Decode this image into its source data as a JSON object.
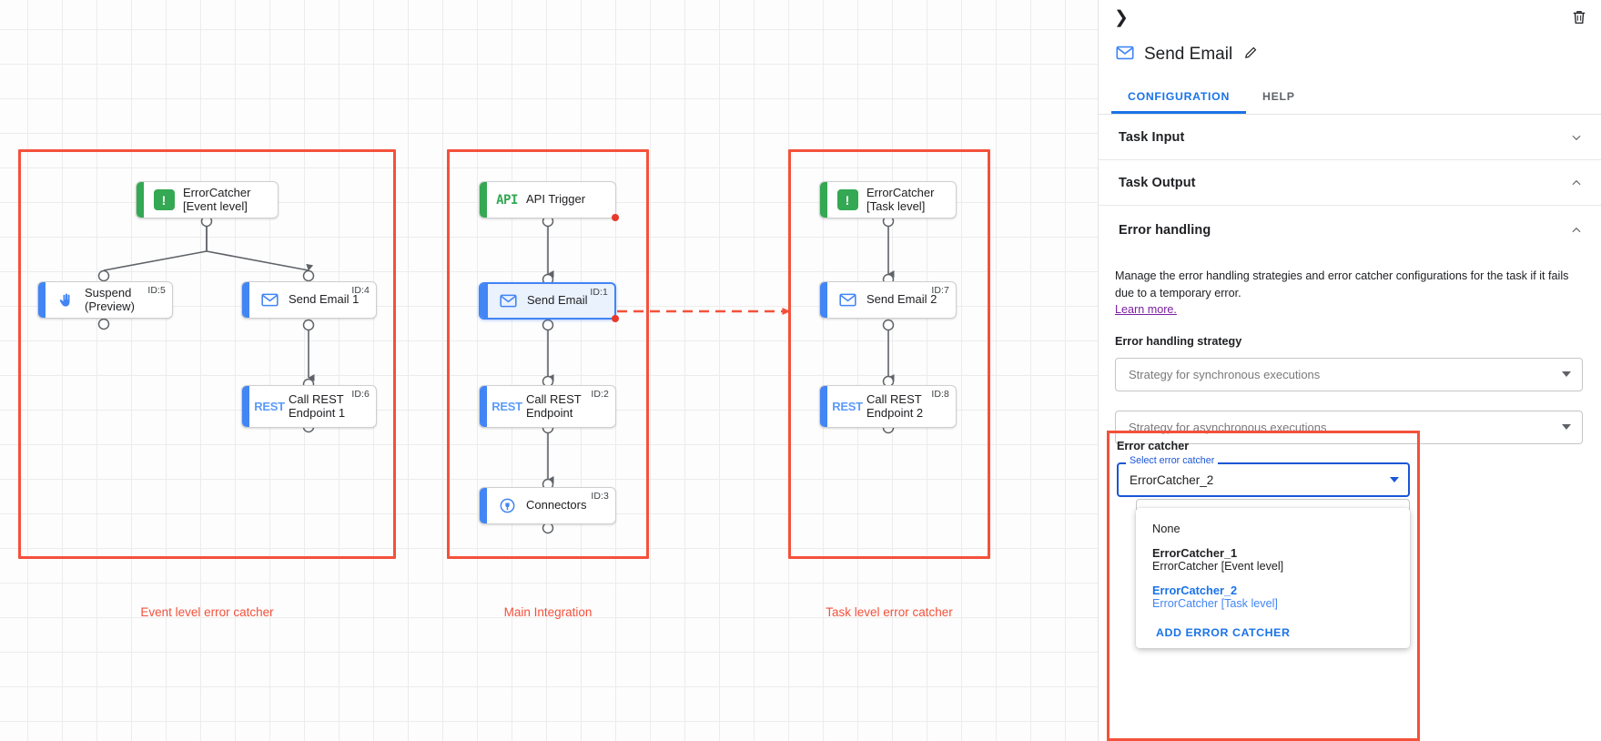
{
  "canvas": {
    "groups": [
      {
        "caption": "Event level error catcher"
      },
      {
        "caption": "Main Integration"
      },
      {
        "caption": "Task level error catcher"
      }
    ],
    "nodes": {
      "error_catcher_event": {
        "label": "ErrorCatcher\n[Event level]",
        "icon": "error-catcher-icon",
        "id": ""
      },
      "suspend": {
        "label": "Suspend\n(Preview)",
        "icon": "hand-icon",
        "id": "ID:5"
      },
      "send_email_1": {
        "label": "Send Email 1",
        "icon": "envelope-icon",
        "id": "ID:4"
      },
      "call_rest_1": {
        "label": "Call REST\nEndpoint 1",
        "icon": "rest-icon",
        "id": "ID:6"
      },
      "api_trigger": {
        "label": "API Trigger",
        "icon": "api-icon",
        "id": ""
      },
      "send_email": {
        "label": "Send Email",
        "icon": "envelope-icon",
        "id": "ID:1"
      },
      "call_rest": {
        "label": "Call REST\nEndpoint",
        "icon": "rest-icon",
        "id": "ID:2"
      },
      "connectors": {
        "label": "Connectors",
        "icon": "connectors-icon",
        "id": "ID:3"
      },
      "error_catcher_task": {
        "label": "ErrorCatcher\n[Task level]",
        "icon": "error-catcher-icon",
        "id": ""
      },
      "send_email_2": {
        "label": "Send Email 2",
        "icon": "envelope-icon",
        "id": "ID:7"
      },
      "call_rest_2": {
        "label": "Call REST\nEndpoint 2",
        "icon": "rest-icon",
        "id": "ID:8"
      }
    },
    "glyphs": {
      "api": "API",
      "rest": "REST",
      "error_catcher": "!"
    }
  },
  "panel": {
    "title": "Send Email",
    "title_icon": "envelope-icon",
    "edit_icon": "pencil-icon",
    "collapse_icon": "chevron-right-icon",
    "delete_icon": "trash-icon",
    "tabs": [
      {
        "label": "CONFIGURATION",
        "active": true
      },
      {
        "label": "HELP",
        "active": false
      }
    ],
    "sections": [
      {
        "label": "Task Input",
        "state": "collapsed"
      },
      {
        "label": "Task Output",
        "state": "expanded"
      },
      {
        "label": "Error handling",
        "state": "expanded"
      }
    ],
    "error_handling": {
      "description": "Manage the error handling strategies and error catcher configurations for the task if it fails due to a temporary error.",
      "link": "Learn more.",
      "strategy_label": "Error handling strategy",
      "sync_select_placeholder": "Strategy for synchronous executions",
      "async_select_placeholder": "Strategy for asynchronous executions"
    },
    "error_catcher": {
      "label": "Error catcher",
      "field_legend": "Select error catcher",
      "field_value": "ErrorCatcher_2",
      "options": [
        {
          "primary": "None",
          "secondary": "",
          "bold": false,
          "selected": false
        },
        {
          "primary": "ErrorCatcher_1",
          "secondary": "ErrorCatcher [Event level]",
          "bold": true,
          "selected": false
        },
        {
          "primary": "ErrorCatcher_2",
          "secondary": "ErrorCatcher [Task level]",
          "bold": true,
          "selected": true
        }
      ],
      "add_label": "ADD ERROR CATCHER"
    }
  },
  "colors": {
    "accent_blue": "#4285f4",
    "link_blue": "#1a73e8",
    "green": "#34a853",
    "highlight_red": "#f4513b",
    "error_dot": "#e8392c",
    "purple_link": "#7b1fa2"
  }
}
